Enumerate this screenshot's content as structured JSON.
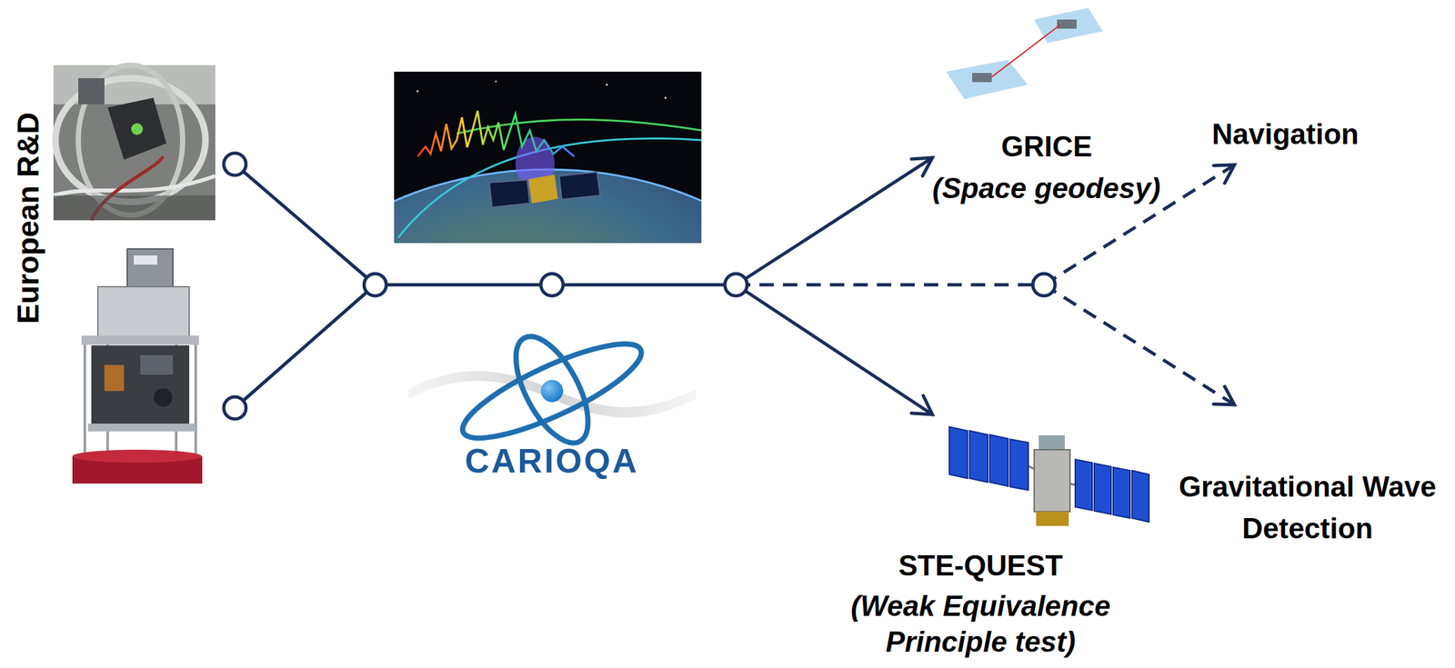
{
  "diagram": {
    "labels": [
      "European R&D",
      "CARIOQA",
      "GRICE",
      "(Space geodesy)",
      "Navigation",
      "Gravitational Wave Detection",
      "STE-QUEST",
      "(Weak Equivalence Principle test)"
    ]
  }
}
